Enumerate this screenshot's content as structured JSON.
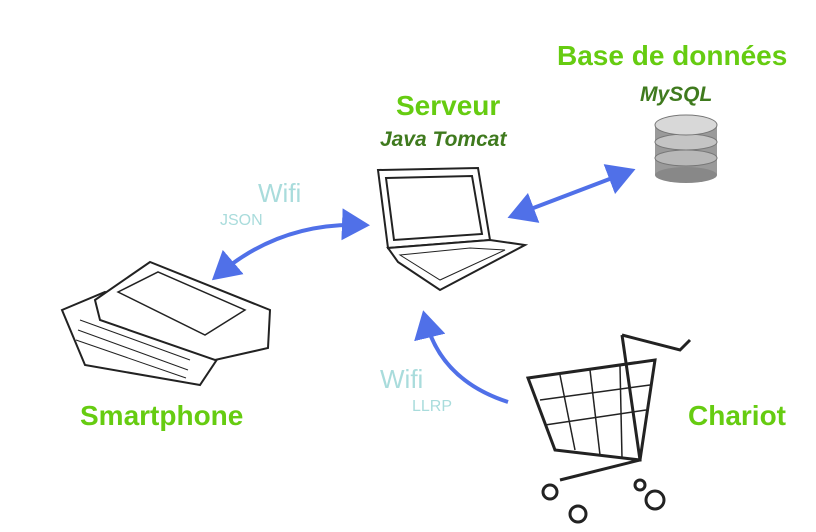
{
  "nodes": {
    "database": {
      "title": "Base de données",
      "subtitle": "MySQL"
    },
    "server": {
      "title": "Serveur",
      "subtitle": "Java Tomcat"
    },
    "smartphone": {
      "title": "Smartphone"
    },
    "cart": {
      "title": "Chariot"
    }
  },
  "links": {
    "phone_server": {
      "medium": "Wifi",
      "protocol": "JSON"
    },
    "cart_server": {
      "medium": "Wifi",
      "protocol": "LLRP"
    }
  },
  "colors": {
    "title": "#66cc11",
    "subtitle": "#3f7a1e",
    "link_label": "#a9dcdc",
    "arrow": "#5070e8"
  }
}
